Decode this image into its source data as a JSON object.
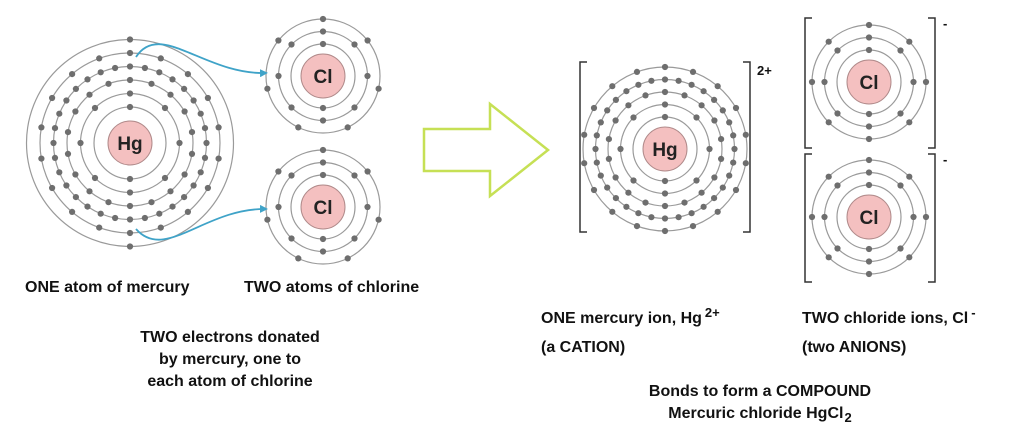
{
  "atoms": {
    "mercury": {
      "symbol": "Hg",
      "shells": [
        2,
        8,
        18,
        32,
        18,
        2
      ]
    },
    "chlorine": {
      "symbol": "Cl",
      "shells": [
        2,
        8,
        7
      ]
    },
    "mercury_ion": {
      "symbol": "Hg",
      "shells": [
        2,
        8,
        18,
        32,
        18
      ],
      "charge": "2+"
    },
    "chloride_ion": {
      "symbol": "Cl",
      "shells": [
        2,
        8,
        8
      ],
      "charge": "-"
    }
  },
  "labels": {
    "one_atom_mercury": "ONE atom of mercury",
    "two_atoms_chlorine": "TWO atoms of chlorine",
    "electrons_donated": [
      "TWO electrons donated",
      "by mercury, one to",
      "each atom of chlorine"
    ],
    "mercury_ion_text": "ONE mercury ion, Hg",
    "mercury_ion_charge": "2+",
    "cation": "(a CATION)",
    "chloride_ions_text": "TWO chloride ions, Cl",
    "chloride_ion_charge": "-",
    "anions": "(two ANIONS)",
    "bonds_line": "Bonds to form a COMPOUND",
    "compound_name": "Mercuric chloride  HgCl",
    "compound_subscript": "2"
  },
  "colors": {
    "nucleus_fill": "#f4c0c0",
    "nucleus_stroke": "#b08a8a",
    "shell": "#9a9a9a",
    "electron": "#6e6e6e",
    "transfer_arrow": "#3fa3c8",
    "reaction_arrow": "#c6e055",
    "bracket": "#333333"
  }
}
